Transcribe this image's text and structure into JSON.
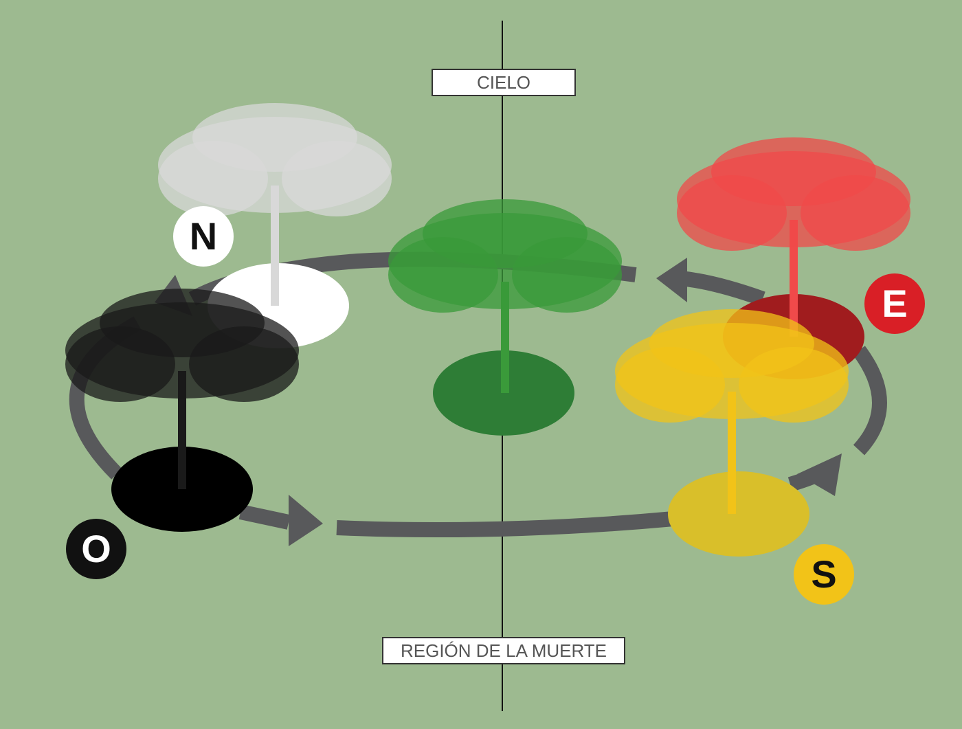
{
  "labels": {
    "sky": "CIELO",
    "death": "REGIÓN DE LA MUERTE"
  },
  "directions": [
    {
      "letter": "N",
      "color": "#ffffff",
      "text_color": "#111111"
    },
    {
      "letter": "E",
      "color": "#d91f26",
      "text_color": "#ffffff"
    },
    {
      "letter": "S",
      "color": "#f2c318",
      "text_color": "#111111"
    },
    {
      "letter": "O",
      "color": "#111111",
      "text_color": "#ffffff"
    }
  ],
  "trees": [
    {
      "name": "north",
      "foliage": "#d8d8d8",
      "base": "#ffffff"
    },
    {
      "name": "center",
      "foliage": "#3a9a3a",
      "base": "#2e7d36"
    },
    {
      "name": "east",
      "foliage": "#f04a4a",
      "base": "#a01c1e"
    },
    {
      "name": "south",
      "foliage": "#f2c318",
      "base": "#d9bf2a"
    },
    {
      "name": "west",
      "foliage": "#1a1a1a",
      "base": "#000000"
    }
  ]
}
